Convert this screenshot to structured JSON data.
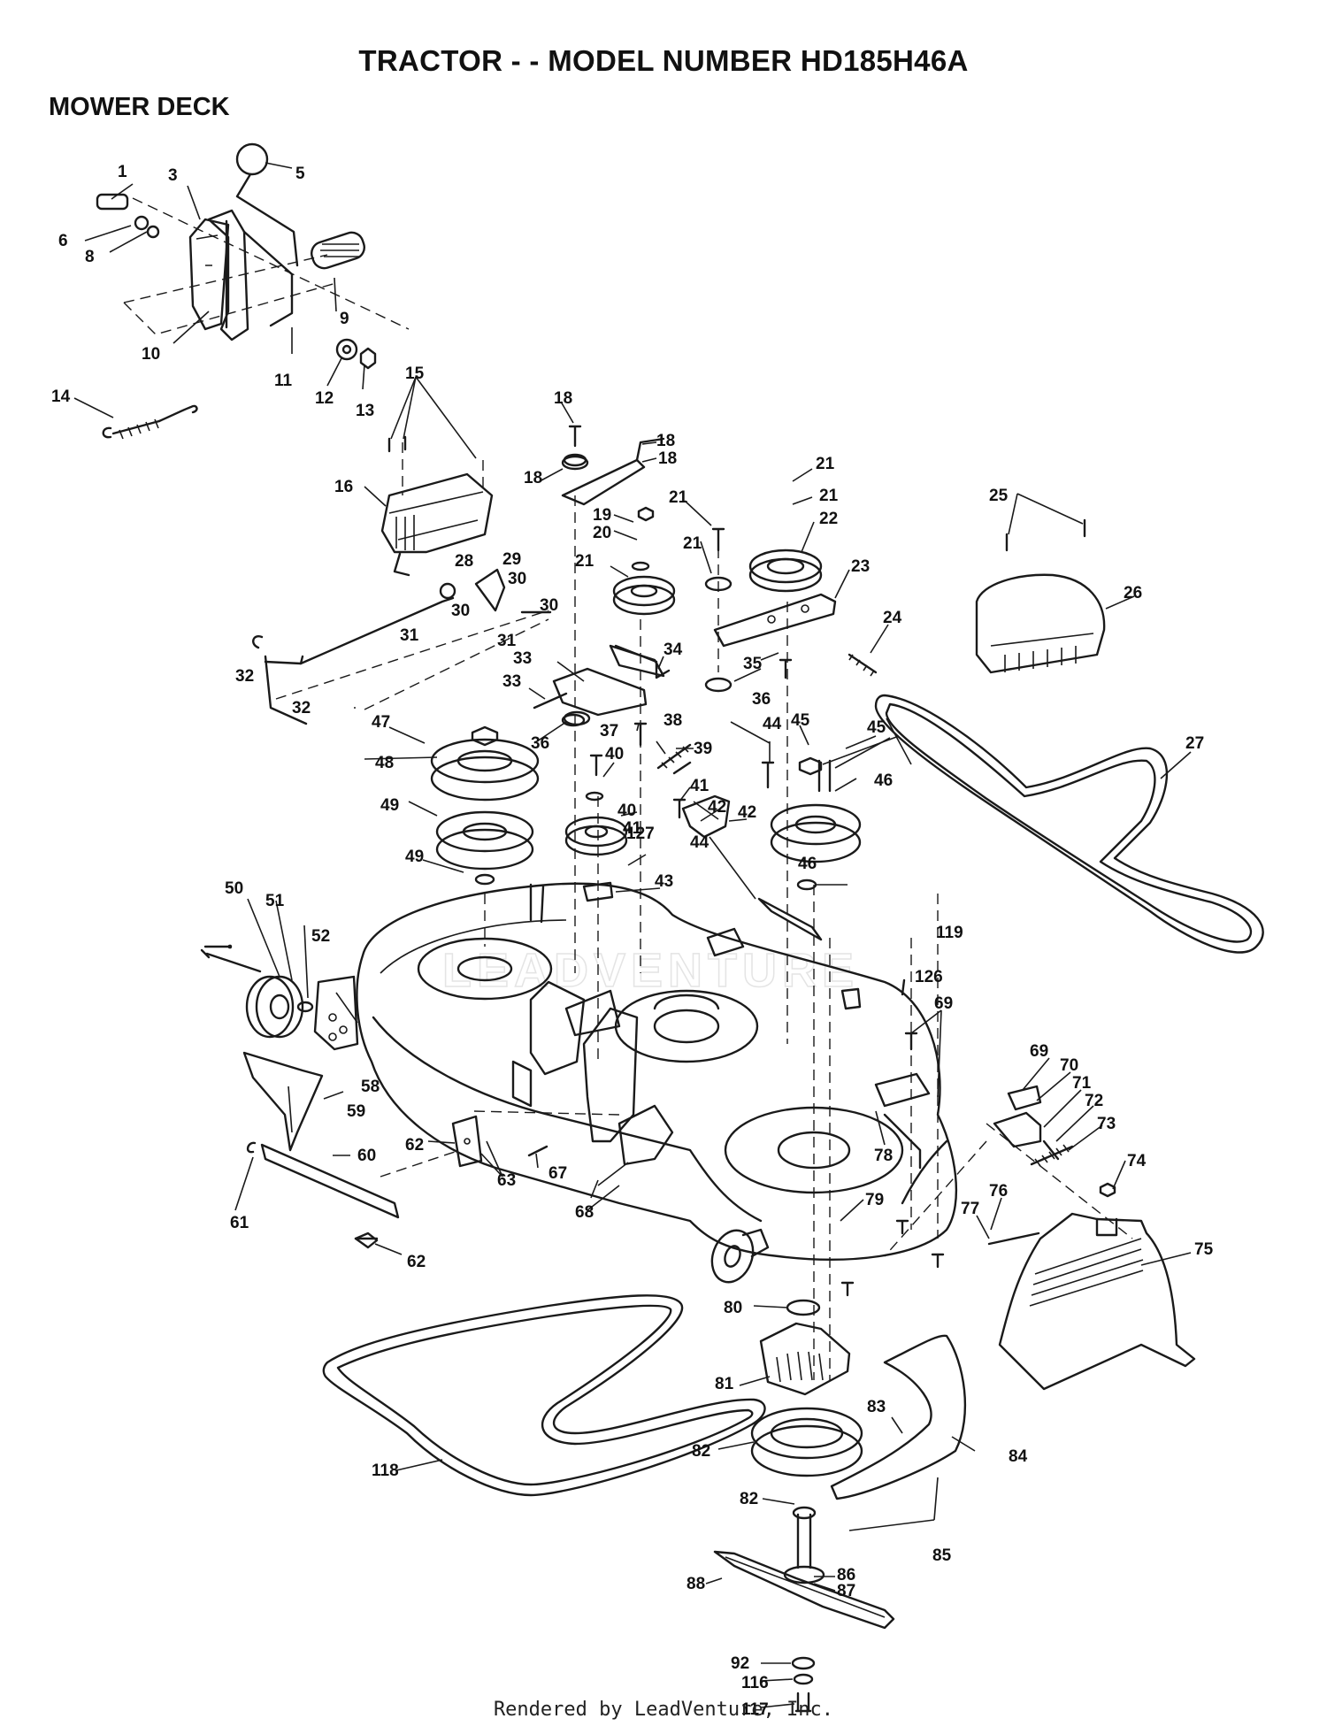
{
  "header": {
    "title": "TRACTOR - - MODEL NUMBER HD185H46A",
    "section": "MOWER DECK"
  },
  "footer": {
    "rendered_by": "Rendered by LeadVenture, Inc."
  },
  "watermark": {
    "text": "LEADVENTURE"
  },
  "callouts": [
    "1",
    "3",
    "5",
    "6",
    "8",
    "9",
    "10",
    "11",
    "12",
    "13",
    "14",
    "15",
    "16",
    "18",
    "18",
    "18",
    "18",
    "19",
    "20",
    "21",
    "21",
    "21",
    "21",
    "21",
    "22",
    "23",
    "24",
    "25",
    "26",
    "27",
    "28",
    "29",
    "30",
    "30",
    "30",
    "31",
    "31",
    "32",
    "32",
    "33",
    "33",
    "34",
    "35",
    "36",
    "36",
    "37",
    "38",
    "39",
    "40",
    "40",
    "41",
    "41",
    "42",
    "42",
    "43",
    "44",
    "44",
    "45",
    "45",
    "46",
    "46",
    "47",
    "48",
    "49",
    "49",
    "50",
    "51",
    "52",
    "58",
    "59",
    "60",
    "61",
    "62",
    "62",
    "63",
    "67",
    "68",
    "69",
    "69",
    "70",
    "71",
    "72",
    "73",
    "74",
    "75",
    "76",
    "77",
    "78",
    "79",
    "80",
    "81",
    "82",
    "82",
    "83",
    "84",
    "85",
    "86",
    "87",
    "88",
    "92",
    "116",
    "117",
    "118",
    "119",
    "126",
    "127"
  ]
}
